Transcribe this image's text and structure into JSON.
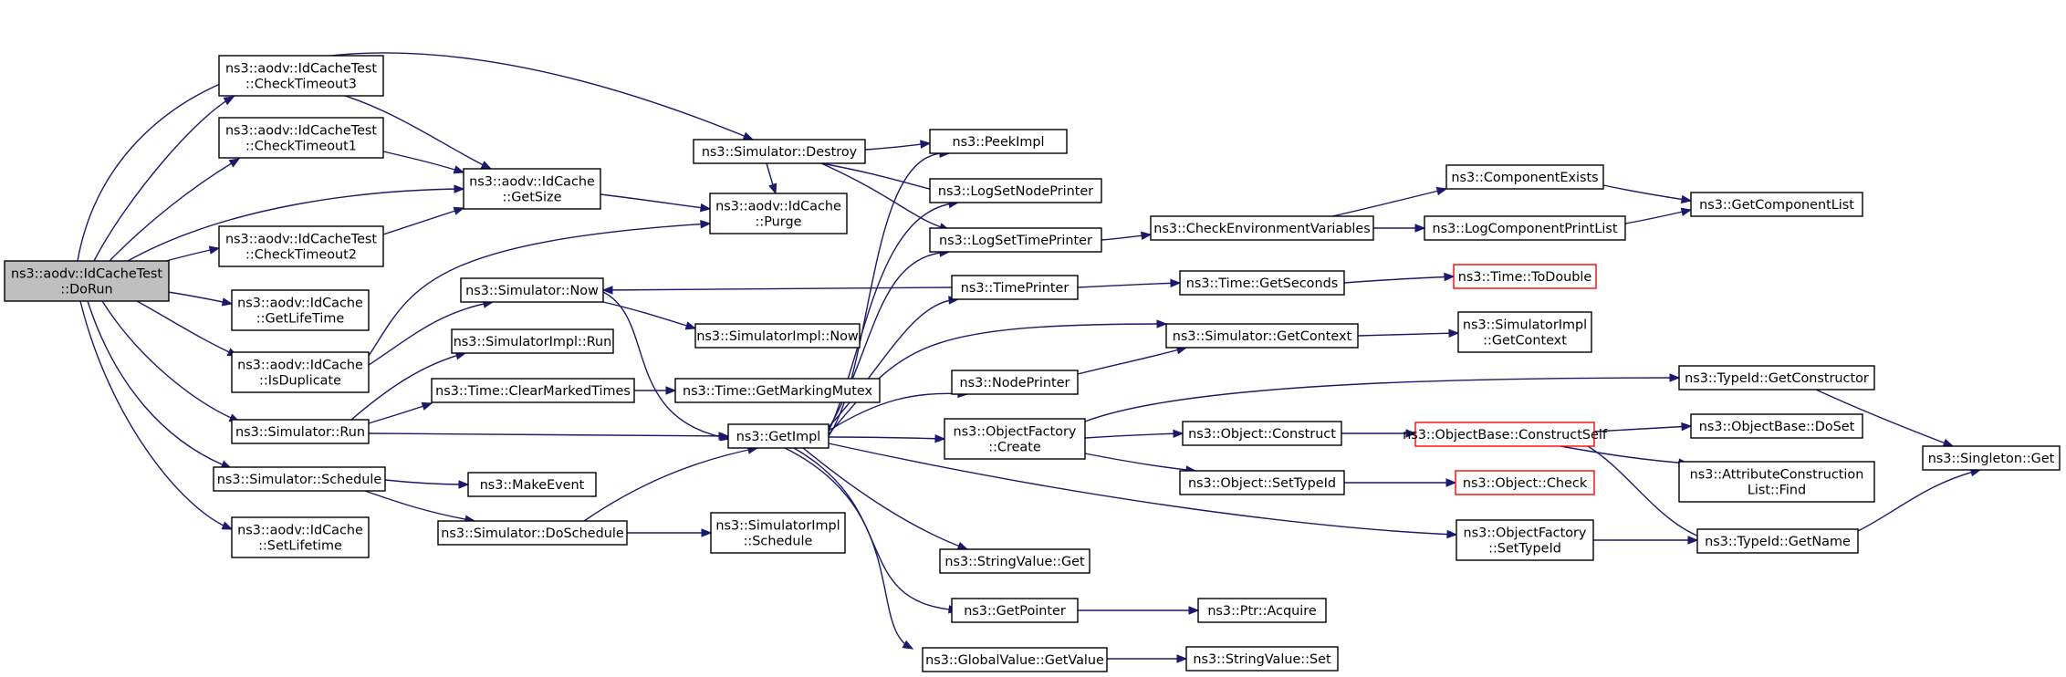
{
  "colors": {
    "edge": "#191970",
    "box_border": "#000000",
    "box_fill": "#ffffff",
    "root_fill": "#bfbfbf",
    "truncated_border": "#ff0000"
  },
  "nodes": {
    "root": [
      "ns3::aodv::IdCacheTest",
      "::DoRun"
    ],
    "checktimeout3": [
      "ns3::aodv::IdCacheTest",
      "::CheckTimeout3"
    ],
    "checktimeout1": [
      "ns3::aodv::IdCacheTest",
      "::CheckTimeout1"
    ],
    "checktimeout2": [
      "ns3::aodv::IdCacheTest",
      "::CheckTimeout2"
    ],
    "getlifetime": [
      "ns3::aodv::IdCache",
      "::GetLifeTime"
    ],
    "isduplicate": [
      "ns3::aodv::IdCache",
      "::IsDuplicate"
    ],
    "simrun": [
      "ns3::Simulator::Run"
    ],
    "schedule": [
      "ns3::Simulator::Schedule"
    ],
    "setlifetime": [
      "ns3::aodv::IdCache",
      "::SetLifetime"
    ],
    "getsize": [
      "ns3::aodv::IdCache",
      "::GetSize"
    ],
    "simnow": [
      "ns3::Simulator::Now"
    ],
    "implrun": [
      "ns3::SimulatorImpl::Run"
    ],
    "clearmarked": [
      "ns3::Time::ClearMarkedTimes"
    ],
    "makeevent": [
      "ns3::MakeEvent"
    ],
    "doschedule": [
      "ns3::Simulator::DoSchedule"
    ],
    "destroy": [
      "ns3::Simulator::Destroy"
    ],
    "purge": [
      "ns3::aodv::IdCache",
      "::Purge"
    ],
    "implnow": [
      "ns3::SimulatorImpl::Now"
    ],
    "markingmutex": [
      "ns3::Time::GetMarkingMutex"
    ],
    "getimpl": [
      "ns3::GetImpl"
    ],
    "implschedule": [
      "ns3::SimulatorImpl",
      "::Schedule"
    ],
    "peekimpl": [
      "ns3::PeekImpl"
    ],
    "lognode": [
      "ns3::LogSetNodePrinter"
    ],
    "logtime": [
      "ns3::LogSetTimePrinter"
    ],
    "timeprinter": [
      "ns3::TimePrinter"
    ],
    "nodeprinter": [
      "ns3::NodePrinter"
    ],
    "ofcreate": [
      "ns3::ObjectFactory",
      "::Create"
    ],
    "svget": [
      "ns3::StringValue::Get"
    ],
    "getpointer": [
      "ns3::GetPointer"
    ],
    "gvget": [
      "ns3::GlobalValue::GetValue"
    ],
    "checkenv": [
      "ns3::CheckEnvironmentVariables"
    ],
    "getseconds": [
      "ns3::Time::GetSeconds"
    ],
    "getcontext": [
      "ns3::Simulator::GetContext"
    ],
    "objconstruct": [
      "ns3::Object::Construct"
    ],
    "objsettypeid": [
      "ns3::Object::SetTypeId"
    ],
    "ptracquire": [
      "ns3::Ptr::Acquire"
    ],
    "svset": [
      "ns3::StringValue::Set"
    ],
    "compexists": [
      "ns3::ComponentExists"
    ],
    "logprintlist": [
      "ns3::LogComponentPrintList"
    ],
    "todouble": [
      "ns3::Time::ToDouble"
    ],
    "implgetcontext": [
      "ns3::SimulatorImpl",
      "::GetContext"
    ],
    "constructself": [
      "ns3::ObjectBase::ConstructSelf"
    ],
    "objcheck": [
      "ns3::Object::Check"
    ],
    "ofsettypeid": [
      "ns3::ObjectFactory",
      "::SetTypeId"
    ],
    "getcomplist": [
      "ns3::GetComponentList"
    ],
    "getconstructor": [
      "ns3::TypeId::GetConstructor"
    ],
    "doset": [
      "ns3::ObjectBase::DoSet"
    ],
    "acfind": [
      "ns3::AttributeConstruction",
      "List::Find"
    ],
    "getname": [
      "ns3::TypeId::GetName"
    ],
    "singleton": [
      "ns3::Singleton::Get"
    ]
  }
}
